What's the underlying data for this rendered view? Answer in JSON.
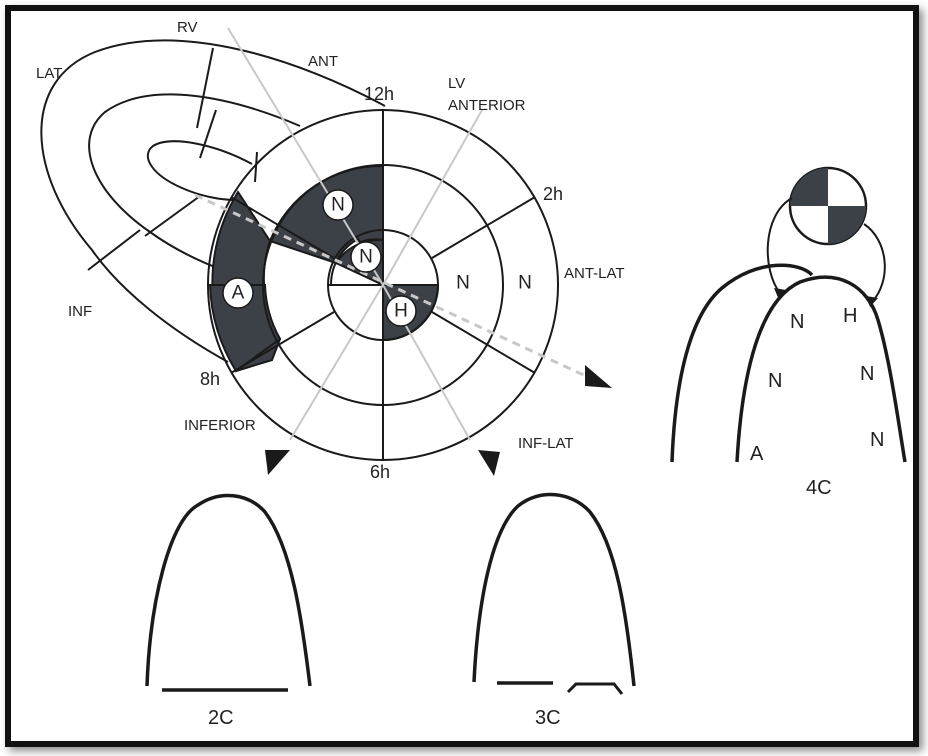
{
  "colors": {
    "ink": "#1a1a1a",
    "dark_fill": "#3c4148",
    "guide": "#c8c8c8",
    "dash": "#c8c8c8"
  },
  "orientation": {
    "rv": "RV",
    "ant": "ANT",
    "lat": "LAT",
    "inf": "INF",
    "lv_anterior_line1": "LV",
    "lv_anterior_line2": "ANTERIOR",
    "ant_lat": "ANT-LAT",
    "inf_lat": "INF-LAT",
    "inferior": "INFERIOR",
    "h12": "12h",
    "h2": "2h",
    "h6": "6h",
    "h8": "8h"
  },
  "bullseye_segments": {
    "anteroseptal_mid": "N",
    "apical_septal": "N",
    "apex": "H",
    "inferoseptal_mid": "A",
    "lateral_apical": "N",
    "lateral_mid": "N"
  },
  "views": {
    "four_chamber": {
      "label": "4C",
      "segments": {
        "basal_left": "A",
        "mid_left": "N",
        "apical_left": "N",
        "apical_right": "H",
        "mid_right": "N",
        "basal_right": "N"
      }
    },
    "two_chamber": {
      "label": "2C"
    },
    "three_chamber": {
      "label": "3C"
    }
  }
}
